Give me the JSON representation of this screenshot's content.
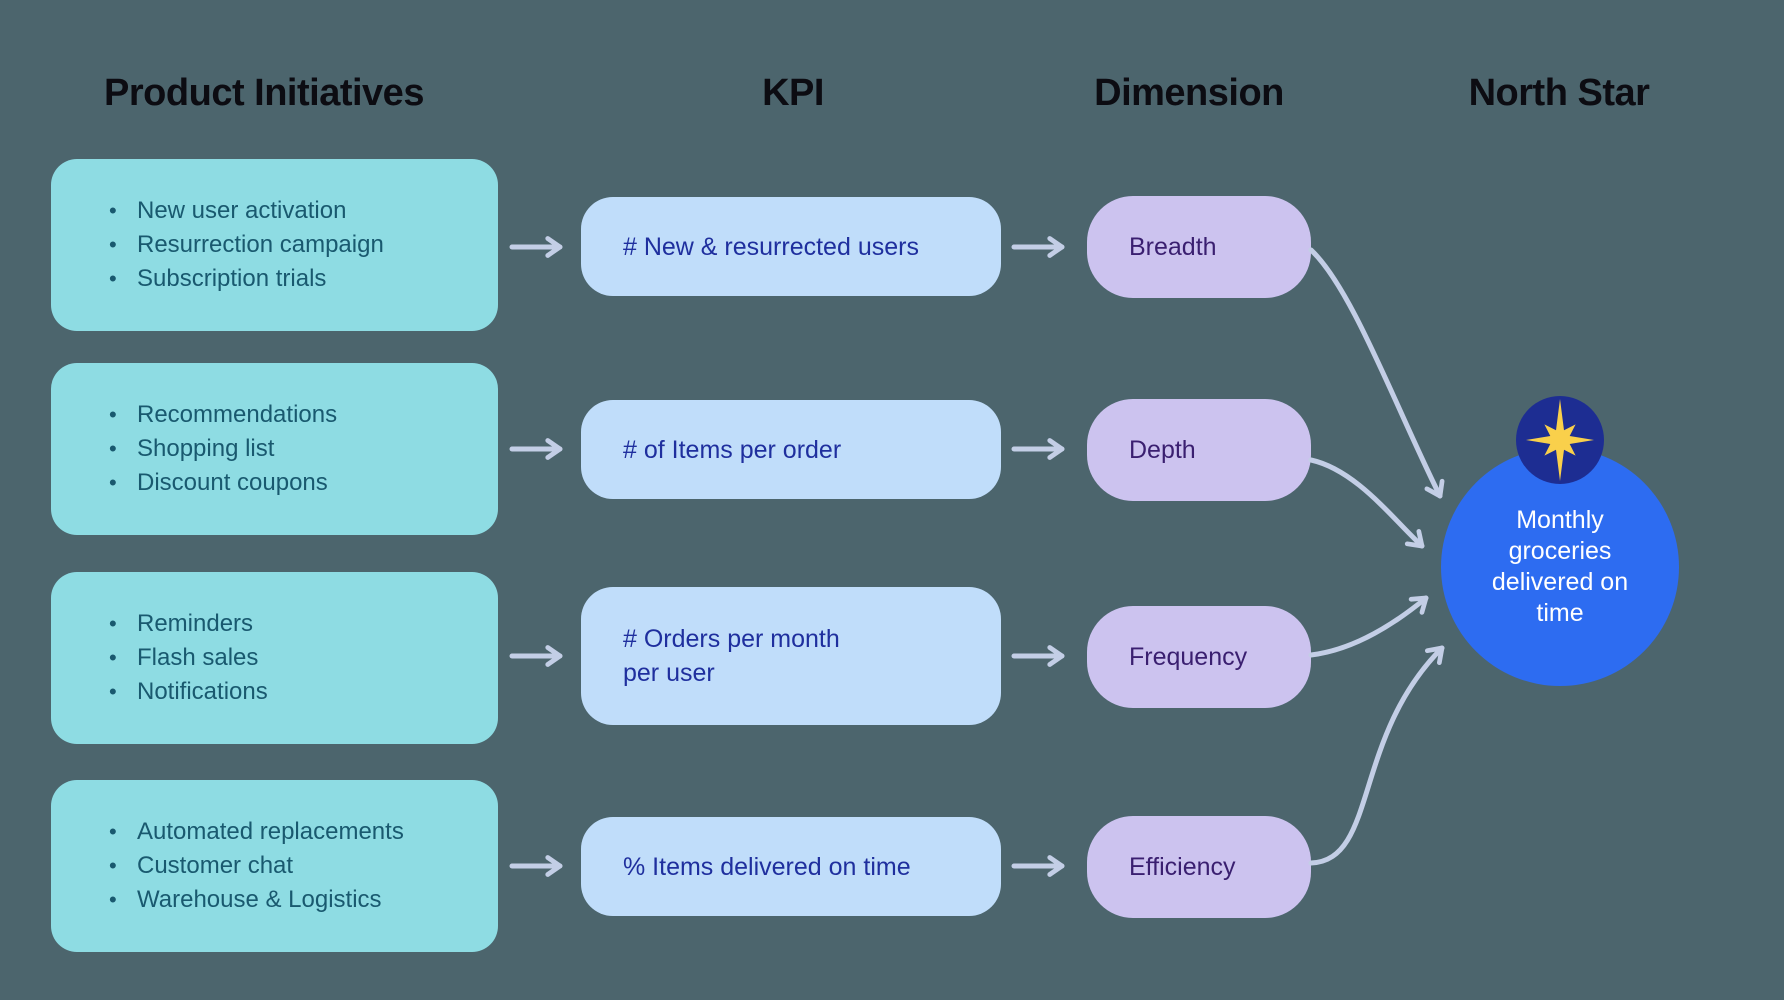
{
  "headers": {
    "product_initiatives": "Product Initiatives",
    "kpi": "KPI",
    "dimension": "Dimension",
    "north_star": "North Star"
  },
  "rows": [
    {
      "initiatives": [
        "New user activation",
        "Resurrection campaign",
        "Subscription trials"
      ],
      "kpi": "# New & resurrected users",
      "dimension": "Breadth"
    },
    {
      "initiatives": [
        "Recommendations",
        "Shopping list",
        "Discount coupons"
      ],
      "kpi": "# of Items per order",
      "dimension": "Depth"
    },
    {
      "initiatives": [
        "Reminders",
        "Flash sales",
        "Notifications"
      ],
      "kpi": "# Orders per month\nper user",
      "dimension": "Frequency"
    },
    {
      "initiatives": [
        "Automated replacements",
        "Customer chat",
        "Warehouse & Logistics"
      ],
      "kpi": "% Items delivered on time",
      "dimension": "Efficiency"
    }
  ],
  "north_star": {
    "label": "Monthly groceries delivered on time",
    "icon": "north-star-icon"
  },
  "colors": {
    "bg": "#4c656d",
    "header_text": "#0c0c12",
    "initiative_box": "#8edce3",
    "initiative_text": "#19596f",
    "kpi_box": "#c0ddfa",
    "kpi_text": "#1f2f9e",
    "dimension_box": "#ccc3ef",
    "dimension_text": "#3a1f70",
    "arrow": "#c3cee6",
    "north_star_circle": "#2d6cf1",
    "badge": "#1d2d92",
    "star": "#f9d04b"
  }
}
